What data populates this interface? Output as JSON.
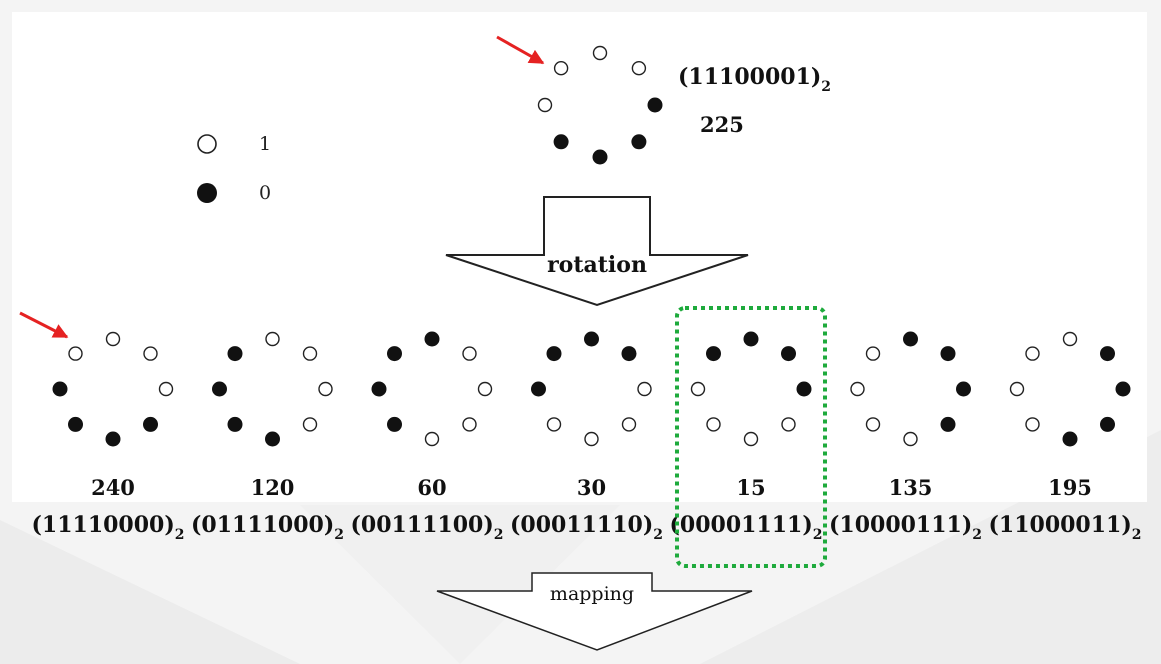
{
  "top_pattern": {
    "bits": "11100001",
    "binary_main": "(11100001)",
    "subscript": "2",
    "decimal": "225"
  },
  "legend": {
    "white_label": "1",
    "black_label": "0"
  },
  "rotation_label": "rotation",
  "mapping_label": "mapping",
  "patterns": [
    {
      "bits": "11110000",
      "binary_main": "(11110000)",
      "subscript": "2",
      "decimal": "240",
      "highlighted": false
    },
    {
      "bits": "01111000",
      "binary_main": "(01111000)",
      "subscript": "2",
      "decimal": "120",
      "highlighted": false
    },
    {
      "bits": "00111100",
      "binary_main": "(00111100)",
      "subscript": "2",
      "decimal": "60",
      "highlighted": false
    },
    {
      "bits": "00011110",
      "binary_main": "(00011110)",
      "subscript": "2",
      "decimal": "30",
      "highlighted": false
    },
    {
      "bits": "00001111",
      "binary_main": "(00001111)",
      "subscript": "2",
      "decimal": "15",
      "highlighted": true
    },
    {
      "bits": "10000111",
      "binary_main": "(10000111)",
      "subscript": "2",
      "decimal": "135",
      "highlighted": false
    },
    {
      "bits": "11000011",
      "binary_main": "(11000011)",
      "subscript": "2",
      "decimal": "195",
      "highlighted": false
    }
  ],
  "colors": {
    "pointer_arrow": "#e52222",
    "highlight_box": "#1eaa3c",
    "dot_stroke": "#222222",
    "dot_fill_black": "#111111",
    "dot_fill_white": "#ffffff"
  }
}
